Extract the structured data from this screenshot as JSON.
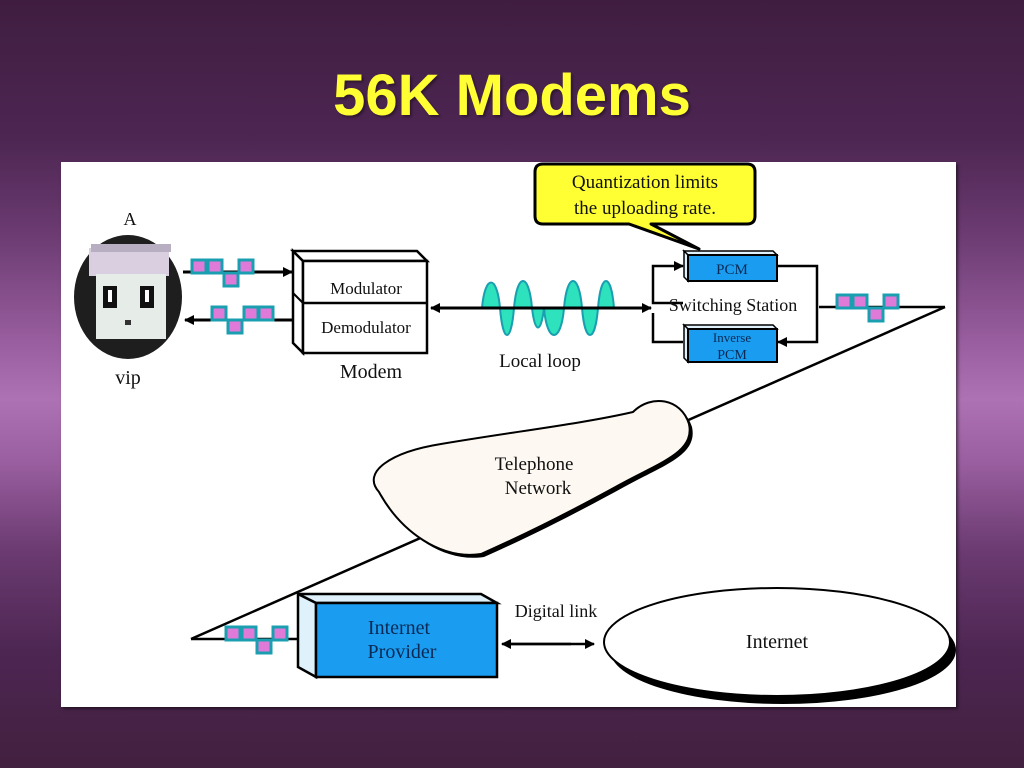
{
  "slide": {
    "title": "56K Modems",
    "colors": {
      "title": "#ffff33",
      "device_blue": "#1a9df0",
      "wave": "#22e0b8",
      "callout": "#ffff33",
      "bit_fill": "#e07ad8",
      "bit_border": "#1a9fb0"
    }
  },
  "diagram": {
    "user": {
      "label_top": "A",
      "label_bottom": "vip"
    },
    "modem": {
      "label": "Modem",
      "modulator": "Modulator",
      "demodulator": "Demodulator"
    },
    "local_loop": {
      "label": "Local  loop"
    },
    "callout": {
      "line1": "Quantization limits",
      "line2": "the uploading rate."
    },
    "switching_station": {
      "label": "Switching Station",
      "pcm": "PCM",
      "inverse_pcm_line1": "Inverse",
      "inverse_pcm_line2": "PCM"
    },
    "telephone_network": {
      "line1": "Telephone",
      "line2": "Network"
    },
    "internet_provider": {
      "line1": "Internet",
      "line2": "Provider"
    },
    "digital_link": {
      "label": "Digital link"
    },
    "internet": {
      "label": "Internet"
    }
  }
}
